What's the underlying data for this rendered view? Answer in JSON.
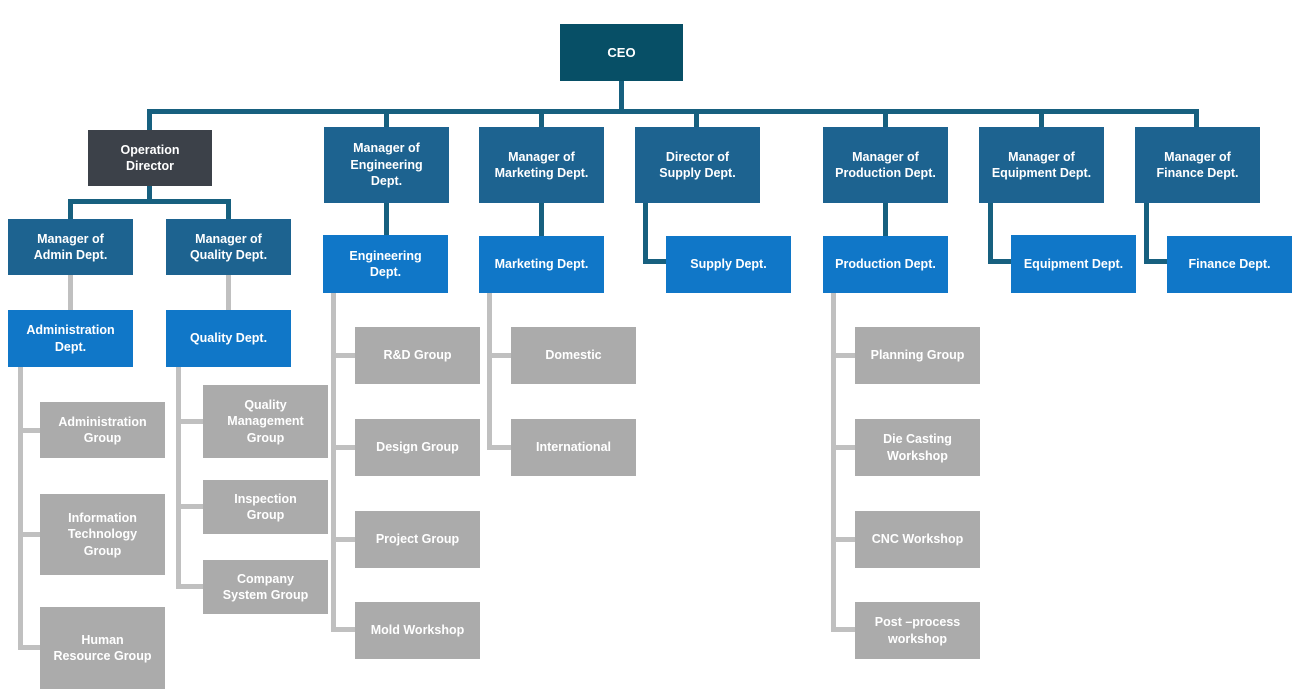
{
  "colors": {
    "ceo_fill": "#074F66",
    "manager_fill": "#1D6390",
    "operation_director_fill": "#3C4149",
    "dept_fill": "#1077C8",
    "group_fill": "#ABABAB",
    "primary_connector": "#17607F",
    "secondary_connector": "#C0C0C0",
    "node_text": "#FFFFFF",
    "background": "#FFFFFF"
  },
  "chart": {
    "ceo": {
      "label": "CEO"
    },
    "operation": {
      "director": {
        "label": "Operation\nDirector"
      },
      "admin": {
        "manager": {
          "label": "Manager of\nAdmin Dept."
        },
        "dept": {
          "label": "Administration\nDept."
        },
        "groups": [
          {
            "label": "Administration\nGroup"
          },
          {
            "label": "Information\nTechnology\nGroup"
          },
          {
            "label": "Human\nResource Group"
          }
        ]
      },
      "quality": {
        "manager": {
          "label": "Manager of\nQuality Dept."
        },
        "dept": {
          "label": "Quality Dept."
        },
        "groups": [
          {
            "label": "Quality\nManagement\nGroup"
          },
          {
            "label": "Inspection\nGroup"
          },
          {
            "label": "Company\nSystem Group"
          }
        ]
      }
    },
    "engineering": {
      "manager": {
        "label": "Manager of\nEngineering\nDept."
      },
      "dept": {
        "label": "Engineering\nDept."
      },
      "groups": [
        {
          "label": "R&D Group"
        },
        {
          "label": "Design Group"
        },
        {
          "label": "Project Group"
        },
        {
          "label": "Mold Workshop"
        }
      ]
    },
    "marketing": {
      "manager": {
        "label": "Manager of\nMarketing Dept."
      },
      "dept": {
        "label": "Marketing Dept."
      },
      "groups": [
        {
          "label": "Domestic"
        },
        {
          "label": "International"
        }
      ]
    },
    "supply": {
      "manager": {
        "label": "Director of\nSupply Dept."
      },
      "dept": {
        "label": "Supply Dept."
      }
    },
    "production": {
      "manager": {
        "label": "Manager of\nProduction Dept."
      },
      "dept": {
        "label": "Production Dept."
      },
      "groups": [
        {
          "label": "Planning Group"
        },
        {
          "label": "Die Casting\nWorkshop"
        },
        {
          "label": "CNC Workshop"
        },
        {
          "label": "Post –process\nworkshop"
        }
      ]
    },
    "equipment": {
      "manager": {
        "label": "Manager of\nEquipment Dept."
      },
      "dept": {
        "label": "Equipment Dept."
      }
    },
    "finance": {
      "manager": {
        "label": "Manager of\nFinance Dept."
      },
      "dept": {
        "label": "Finance Dept."
      }
    }
  }
}
